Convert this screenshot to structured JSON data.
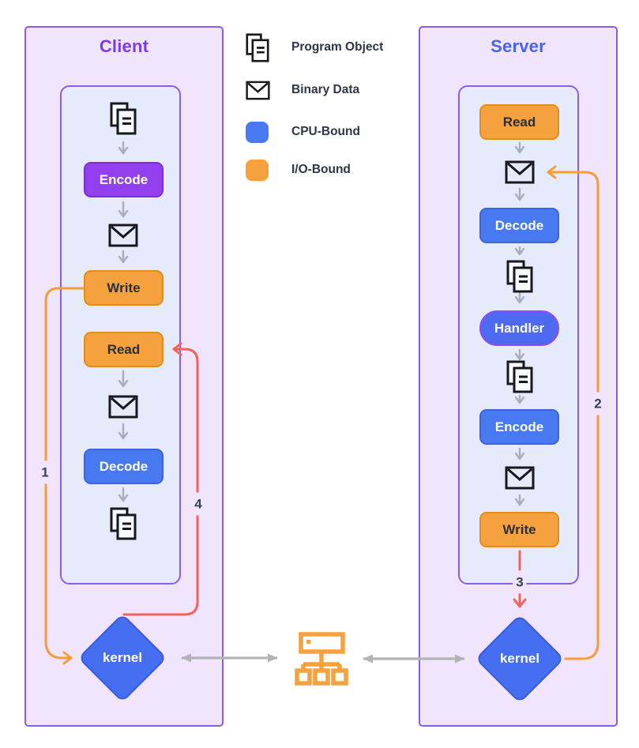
{
  "legend": {
    "items": [
      {
        "icon": "program-object-icon",
        "label": "Program Object"
      },
      {
        "icon": "binary-data-icon",
        "label": "Binary Data"
      },
      {
        "icon": "cpu-bound-swatch",
        "label": "CPU-Bound",
        "color": "#4879F0"
      },
      {
        "icon": "io-bound-swatch",
        "label": "I/O-Bound",
        "color": "#F5A13D"
      }
    ]
  },
  "client": {
    "title": "Client",
    "nodes": {
      "encode": "Encode",
      "write": "Write",
      "read": "Read",
      "decode": "Decode"
    },
    "kernel_label": "kernel"
  },
  "server": {
    "title": "Server",
    "nodes": {
      "read": "Read",
      "decode": "Decode",
      "handler": "Handler",
      "encode": "Encode",
      "write": "Write"
    },
    "kernel_label": "kernel"
  },
  "flow": {
    "step1": "1",
    "step2": "2",
    "step3": "3",
    "step4": "4"
  },
  "colors": {
    "client_title": "#7C3AED",
    "server_title": "#4863EE",
    "cpu_bound_blue": "#4879F0",
    "io_bound_orange": "#F5A13D",
    "client_encode_purple": "#9240EE",
    "kernel_blue": "#456FF0",
    "flow_line_orange": "#F59E38",
    "flow_line_red": "#F4625D",
    "connector_gray": "#A8AEB9",
    "panel_border_purple": "#8D5BE8",
    "outer_panel_fill": "#F0E5FC",
    "inner_panel_fill": "#E6EBFB"
  }
}
